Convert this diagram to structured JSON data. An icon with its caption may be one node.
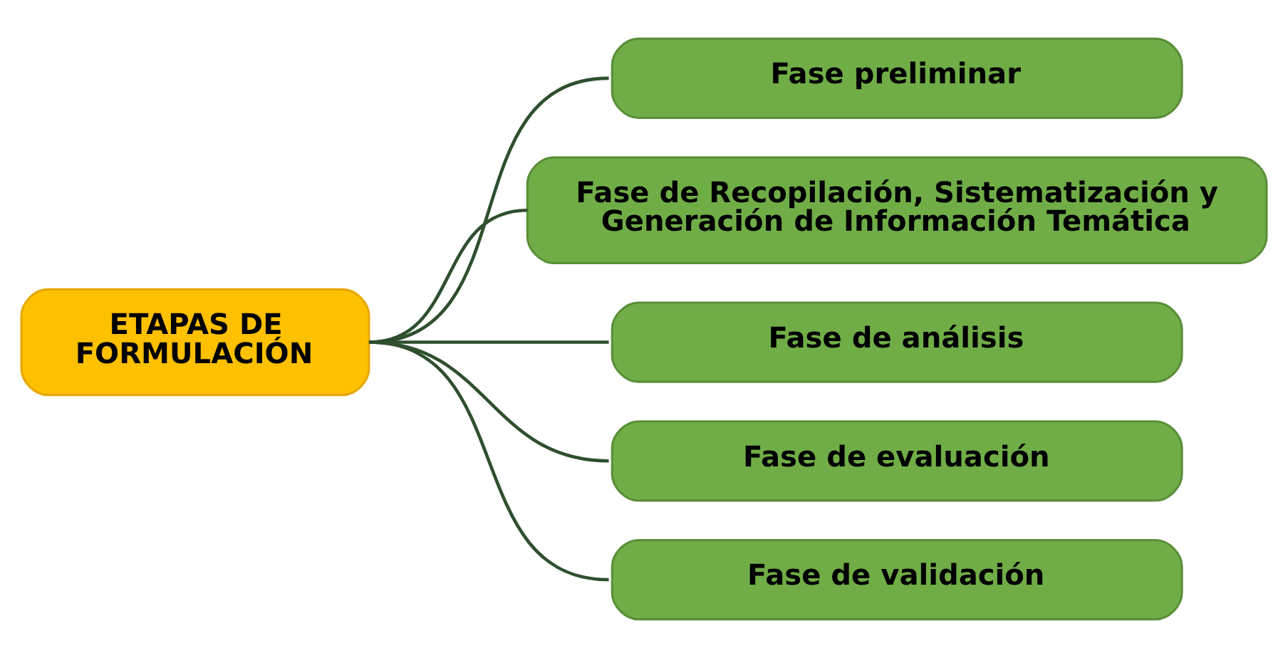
{
  "diagram": {
    "nodes": [
      {
        "text": [
          "ETAPAS DE FORMULACIÓN"
        ]
      },
      {
        "text": [
          "Fase preliminar"
        ]
      },
      {
        "text": [
          "Fase de Recopilación, Sistematización y Generación de Información Temática"
        ]
      },
      {
        "text": [
          "Fase de análisis"
        ]
      },
      {
        "text": [
          "Fase de evaluación"
        ]
      },
      {
        "text": [
          "Fase de validación"
        ]
      }
    ],
    "edges": [
      {
        "from": 0,
        "to": 1,
        "arrow": "none"
      },
      {
        "from": 0,
        "to": 2,
        "arrow": "none"
      },
      {
        "from": 0,
        "to": 3,
        "arrow": "none"
      },
      {
        "from": 0,
        "to": 4,
        "arrow": "none"
      },
      {
        "from": 0,
        "to": 5,
        "arrow": "none"
      }
    ]
  }
}
